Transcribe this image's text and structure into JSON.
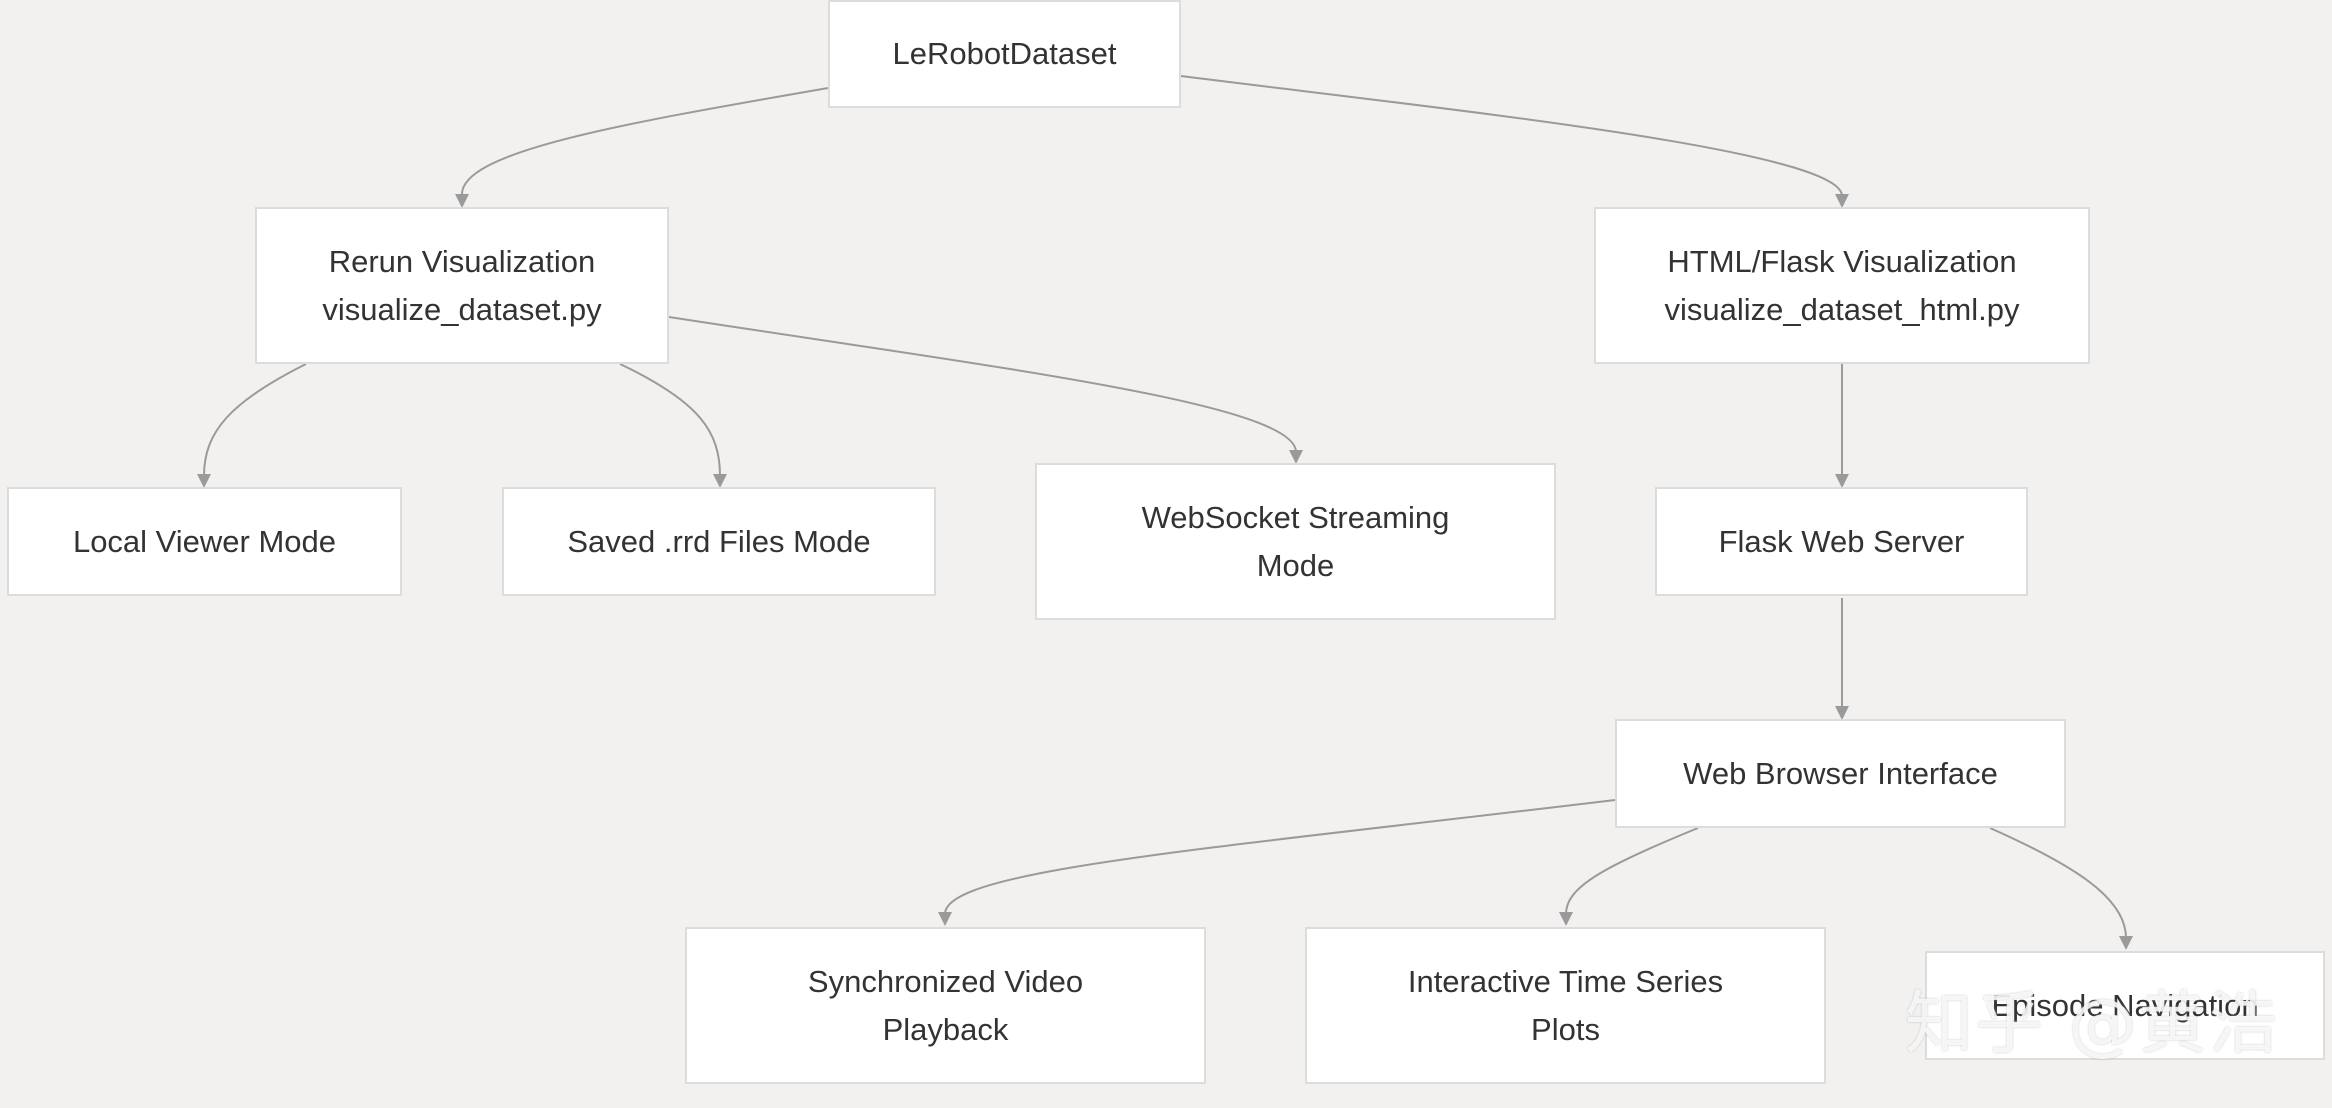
{
  "nodes": {
    "lerobot": [
      "LeRobotDataset"
    ],
    "rerun": [
      "Rerun Visualization",
      "visualize_dataset.py"
    ],
    "html": [
      "HTML/Flask Visualization",
      "visualize_dataset_html.py"
    ],
    "local": [
      "Local Viewer Mode"
    ],
    "saved": [
      "Saved .rrd Files Mode"
    ],
    "websocket": [
      "WebSocket Streaming",
      "Mode"
    ],
    "flask": [
      "Flask Web Server"
    ],
    "browser": [
      "Web Browser Interface"
    ],
    "sync": [
      "Synchronized Video",
      "Playback"
    ],
    "timeseries": [
      "Interactive Time Series",
      "Plots"
    ],
    "episode": [
      "Episode Navigation"
    ]
  },
  "watermark": "知乎 @黄浩"
}
